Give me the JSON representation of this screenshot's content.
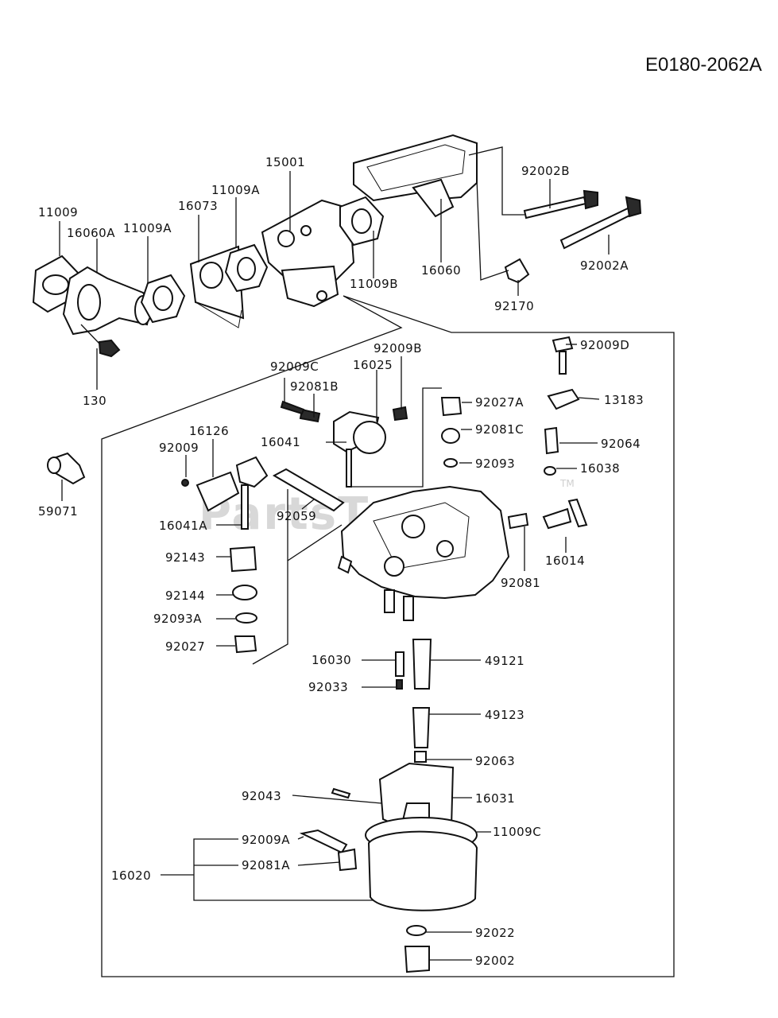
{
  "diagram_code": "E0180-2062A",
  "watermark": "PartsTree",
  "watermark_tm": "TM",
  "part_labels": {
    "p11009": "11009",
    "p16060A": "16060A",
    "p11009A_1": "11009A",
    "p16073": "16073",
    "p11009A_2": "11009A",
    "p15001": "15001",
    "p11009B": "11009B",
    "p16060": "16060",
    "p92002B": "92002B",
    "p92002A": "92002A",
    "p92170": "92170",
    "p130": "130",
    "p59071": "59071",
    "p92009C": "92009C",
    "p92081B": "92081B",
    "p16025": "16025",
    "p92009B": "92009B",
    "p92009D": "92009D",
    "p13183": "13183",
    "p92027A": "92027A",
    "p92081C": "92081C",
    "p92064": "92064",
    "p92093": "92093",
    "p16038": "16038",
    "p16041": "16041",
    "p16126": "16126",
    "p92009": "92009",
    "p92059": "92059",
    "p16041A": "16041A",
    "p92143": "92143",
    "p92144": "92144",
    "p92093A": "92093A",
    "p92027": "92027",
    "p16014": "16014",
    "p92081": "92081",
    "p16030": "16030",
    "p49121": "49121",
    "p92033": "92033",
    "p49123": "49123",
    "p92063": "92063",
    "p92043": "92043",
    "p16031": "16031",
    "p11009C": "11009C",
    "p92009A": "92009A",
    "p92081A": "92081A",
    "p16020": "16020",
    "p92022": "92022",
    "p92002": "92002"
  }
}
